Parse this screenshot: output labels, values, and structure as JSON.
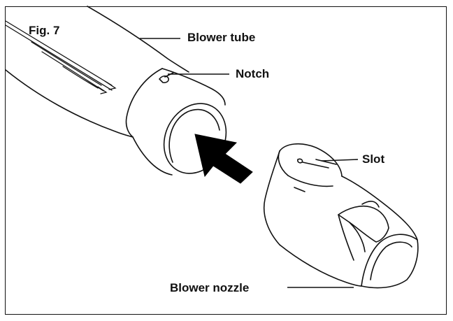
{
  "figure": {
    "number_label": "Fig. 7"
  },
  "callouts": {
    "blower_tube": "Blower tube",
    "notch": "Notch",
    "slot": "Slot",
    "blower_nozzle": "Blower nozzle"
  },
  "colors": {
    "line": "#111111",
    "background": "#ffffff",
    "arrow": "#000000"
  },
  "icons": {
    "insert_direction": "arrow-icon"
  }
}
